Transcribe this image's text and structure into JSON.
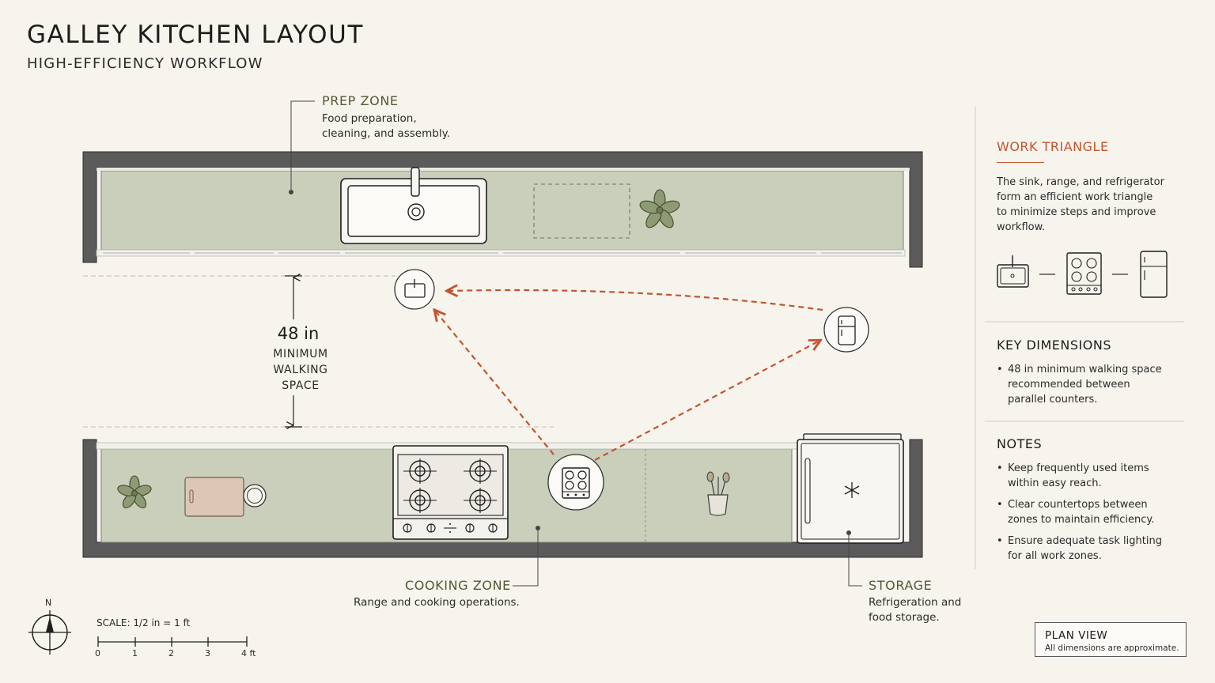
{
  "header": {
    "title": "GALLEY KITCHEN LAYOUT",
    "subtitle": "HIGH-EFFICIENCY WORKFLOW"
  },
  "zones": {
    "prep": {
      "title": "PREP ZONE",
      "lines": [
        "Food preparation,",
        "cleaning, and assembly."
      ]
    },
    "cooking": {
      "title": "COOKING ZONE",
      "lines": [
        "Range and cooking operations."
      ]
    },
    "storage": {
      "title": "STORAGE",
      "lines": [
        "Refrigeration and",
        "food storage."
      ]
    }
  },
  "aisle": {
    "value": "48 in",
    "label_lines": [
      "MINIMUM",
      "WALKING",
      "SPACE"
    ]
  },
  "sidebar": {
    "work_triangle": {
      "title": "WORK TRIANGLE",
      "text": [
        "The sink, range, and refrigerator",
        "form an efficient work triangle",
        "to minimize steps and improve",
        "workflow."
      ],
      "icons": [
        "sink-icon",
        "range-icon",
        "refrigerator-icon"
      ]
    },
    "key_dimensions": {
      "title": "KEY DIMENSIONS",
      "items": [
        [
          "48 in minimum walking space",
          "recommended between",
          "parallel counters."
        ]
      ]
    },
    "notes": {
      "title": "NOTES",
      "items": [
        [
          "Keep frequently used items",
          "within easy reach."
        ],
        [
          "Clear countertops between",
          "zones to maintain efficiency."
        ],
        [
          "Ensure adequate task lighting",
          "for all work zones."
        ]
      ]
    }
  },
  "scale": {
    "label": "SCALE: 1/2 in = 1 ft",
    "ticks": [
      "0",
      "1",
      "2",
      "3",
      "4 ft"
    ]
  },
  "compass": {
    "label": "N"
  },
  "plan_box": {
    "title": "PLAN VIEW",
    "note": "All dimensions are approximate."
  },
  "colors": {
    "counter": "#c9cfbb",
    "wall": "#5b5b5b",
    "accent": "#c4532e",
    "zone_heading": "#4f5a33",
    "background": "#f7f4ee"
  },
  "triangle_icons": [
    "sink-icon",
    "range-icon",
    "refrigerator-icon"
  ]
}
